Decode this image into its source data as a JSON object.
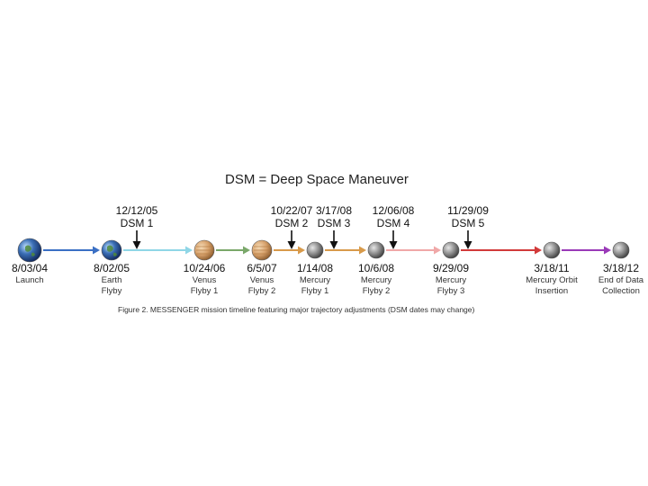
{
  "legend": "DSM = Deep Space Maneuver",
  "caption": "Figure 2. MESSENGER mission timeline featuring major trajectory adjustments (DSM dates may change)",
  "dsm_markers": [
    {
      "date": "12/12/05",
      "label": "DSM 1"
    },
    {
      "date": "10/22/07",
      "label": "DSM 2"
    },
    {
      "date": "3/17/08",
      "label": "DSM 3"
    },
    {
      "date": "12/06/08",
      "label": "DSM 4"
    },
    {
      "date": "11/29/09",
      "label": "DSM 5"
    }
  ],
  "events": [
    {
      "date": "8/03/04",
      "line1": "Launch",
      "line2": "",
      "body": "earth"
    },
    {
      "date": "8/02/05",
      "line1": "Earth",
      "line2": "Flyby",
      "body": "earth"
    },
    {
      "date": "10/24/06",
      "line1": "Venus",
      "line2": "Flyby 1",
      "body": "venus"
    },
    {
      "date": "6/5/07",
      "line1": "Venus",
      "line2": "Flyby 2",
      "body": "venus"
    },
    {
      "date": "1/14/08",
      "line1": "Mercury",
      "line2": "Flyby 1",
      "body": "mercury"
    },
    {
      "date": "10/6/08",
      "line1": "Mercury",
      "line2": "Flyby 2",
      "body": "mercury"
    },
    {
      "date": "9/29/09",
      "line1": "Mercury",
      "line2": "Flyby 3",
      "body": "mercury"
    },
    {
      "date": "3/18/11",
      "line1": "Mercury Orbit",
      "line2": "Insertion",
      "body": "mercury"
    },
    {
      "date": "3/18/12",
      "line1": "End of Data",
      "line2": "Collection",
      "body": "mercury"
    }
  ],
  "colors": {
    "segment_1": "#3a6fc4",
    "segment_2": "#8fd6e6",
    "segment_3": "#7aa86a",
    "segment_4": "#d89a4a",
    "segment_5": "#f0a8a8",
    "segment_6": "#d23a3a",
    "segment_7": "#9a3ab8",
    "earth": "#3b6fb5",
    "venus": "#d6a06a",
    "mercury": "#8c8c8c"
  }
}
